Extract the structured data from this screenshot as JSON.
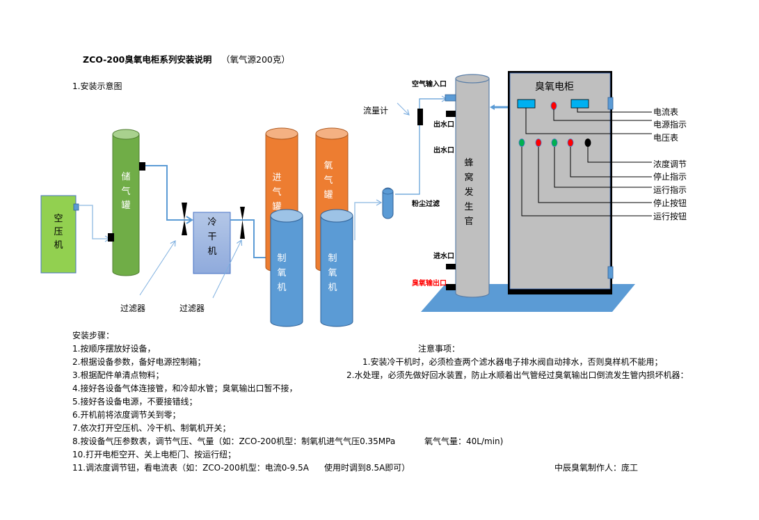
{
  "document": {
    "title": "ZCO-200臭氧电柜系列安装说明",
    "subtitle": "（氧气源200克）",
    "section1": "1.安装示意图"
  },
  "diagram": {
    "air_compressor": "空压机",
    "air_tank": "储气罐",
    "dryer": "冷干机",
    "filter_label_1": "过滤器",
    "filter_label_2": "过滤器",
    "intake_tank": "进气罐",
    "oxygen_tank": "氧气罐",
    "oxygen_machine_1": "制氧机",
    "oxygen_machine_2": "制氧机",
    "flowmeter": "流量计",
    "dust_filter": "粉尘过滤",
    "air_inlet": "空气输入口",
    "water_outlet_1": "出水口",
    "water_outlet_2": "出水口",
    "water_inlet": "进水口",
    "ozone_outlet": "臭氧输出口",
    "generator_tube": "蜂窝发生官",
    "cabinet_title": "臭氧电柜",
    "callouts": [
      "电流表",
      "电源指示",
      "电压表",
      "浓度调节",
      "停止指示",
      "运行指示",
      "停止按钮",
      "运行按钮"
    ],
    "colors": {
      "green_tank": "#70ad47",
      "compressor": "#92d050",
      "orange": "#ed7d31",
      "blue": "#5b9bd5",
      "dryer": "#8faadc",
      "gray": "#bfbfbf",
      "meter": "#00b0f0",
      "red_light": "#ff0000",
      "green_light": "#00b050",
      "pipe": "#5b9bd5"
    }
  },
  "steps": {
    "heading": "安装步骤：",
    "items": [
      "1.按顺序摆放好设备，",
      "2.根据设备参数，备好电源控制箱；",
      "3.根据配件单清点物料；",
      "4.接好各设备气体连接管，和冷却水管；臭氧输出口暂不接，",
      "5.接好各设备电源，不要接错线；",
      "6.开机前将浓度调节关到零；",
      "7.依次打开空压机、冷干机、制氧机开关；",
      "8.按设备气压参数表，调节气压、气量（如：ZCO-200机型：制氧机进气气压0.35MPa",
      "10.打开电柜空开、关上电柜门、按运行纽；",
      "11.调浓度调节钮，看电流表（如：ZCO-200机型：电流0-9.5A"
    ],
    "step8_tail": "氧气气量：40L/min)",
    "step11_tail": "使用时调到8.5A即可）"
  },
  "notes": {
    "heading": "注意事项：",
    "items": [
      "1.安装冷干机时，必须检查两个滤水器电子排水阀自动排水，否则臭样机不能用；",
      "2.水处理，必须先做好回水装置，防止水顺着出气管经过臭氧输出口倒流发生管内损坏机器："
    ]
  },
  "footer": {
    "author": "中辰臭氧制作人：庞工"
  }
}
